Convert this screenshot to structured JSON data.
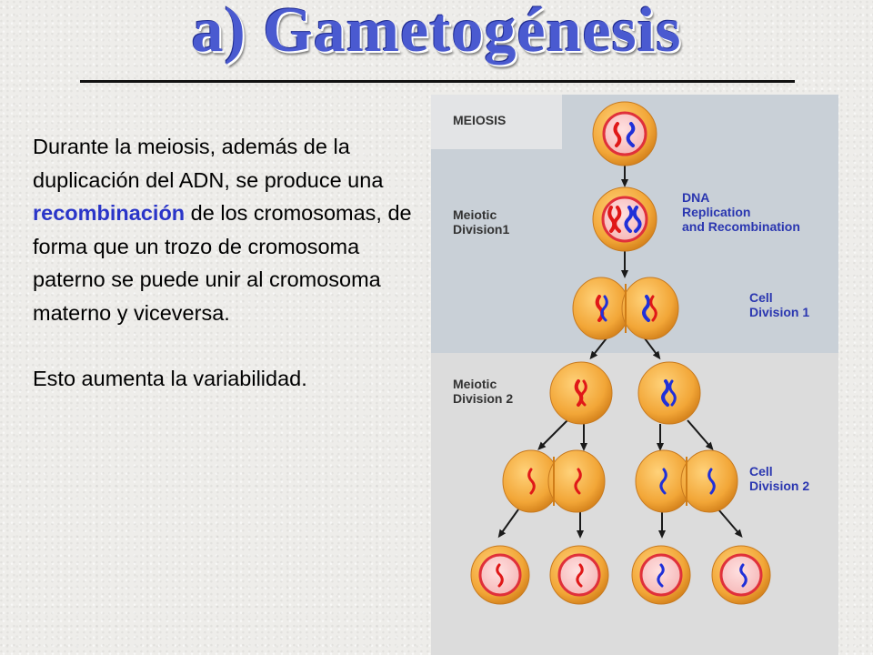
{
  "slide": {
    "title": "a) Gametogénesis"
  },
  "text": {
    "para1_before": "Durante la meiosis, además de la duplicación del ADN, se produce una ",
    "para1_highlight": "recombinación",
    "para1_after": " de los cromosomas, de forma que un trozo de cromosoma paterno se puede unir al cromosoma materno y viceversa.",
    "para2": "Esto aumenta la variabilidad."
  },
  "figure": {
    "header": "MEIOSIS",
    "labels": {
      "meiotic_division_1_line1": "Meiotic",
      "meiotic_division_1_line2": "Division1",
      "dna_line1": "DNA",
      "dna_line2": "Replication",
      "dna_line3": "and Recombination",
      "cell_division_1_line1": "Cell",
      "cell_division_1_line2": "Division 1",
      "meiotic_division_2_line1": "Meiotic",
      "meiotic_division_2_line2": "Division 2",
      "cell_division_2_line1": "Cell",
      "cell_division_2_line2": "Division 2"
    },
    "colors": {
      "highlight_text": "#2a35c8",
      "panel_top": "#c9d0d7",
      "panel_bottom": "#dcdcdc",
      "cell_orange": "#f2a637",
      "nucleus_pink": "#f8c4c4",
      "nucleus_ring": "#e0303a",
      "label_blue": "#2a36b0",
      "chromosome_red": "#e01818",
      "chromosome_blue": "#2030d8"
    }
  }
}
